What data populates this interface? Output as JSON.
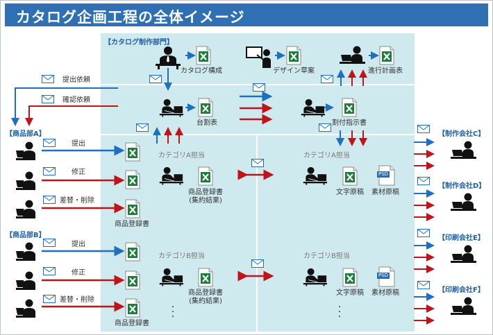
{
  "title": "カタログ企画工程の全体イメージ",
  "sections": {
    "catalog_dept": "【カタログ制作部門】",
    "dept_a": "【商品部A】",
    "dept_b": "【商品部B】",
    "company_c": "【制作会社C】",
    "company_d": "【制作会社D】",
    "company_e": "【印刷会社E】",
    "company_f": "【印刷会社F】"
  },
  "top": {
    "catalog_structure": "カタログ構成",
    "design_draft": "デザイン草案",
    "progress_plan": "進行計画表",
    "layout_sheet": "台割表",
    "allocation_instructions": "割付指示書"
  },
  "flows": {
    "request_submit": "提出依頼",
    "request_confirm": "確認依頼",
    "submit": "提出",
    "revise": "修正",
    "replace_delete": "差替・削除"
  },
  "roles": {
    "category_a": "カテゴリA担当",
    "category_b": "カテゴリB担当"
  },
  "docs": {
    "product_registration": "商品登録書",
    "registration_summary_1": "商品登録書",
    "registration_summary_2": "(集約結果)",
    "text_manuscript": "文字原稿",
    "material_manuscript": "素材原稿",
    "psd": "PSD",
    "dots": "・\n・\n・"
  },
  "colors": {
    "title_bg": "#2f6fb3",
    "panel_bg": "#cfeaee",
    "blue_arrow": "#1f6fc0",
    "red_arrow": "#c0141b",
    "excel_green": "#1e7d3a"
  }
}
